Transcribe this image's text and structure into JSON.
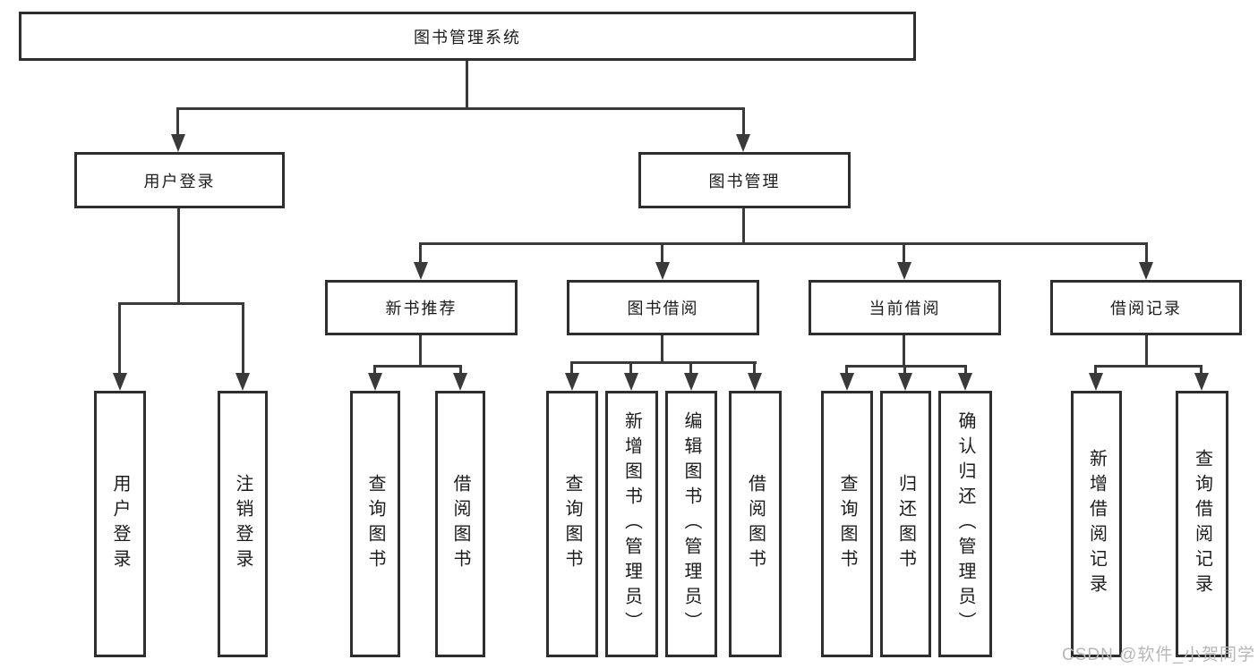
{
  "diagram": {
    "tree": {
      "label": "图书管理系统",
      "children": [
        {
          "label": "用户登录",
          "children": [
            {
              "label": "用户登录"
            },
            {
              "label": "注销登录"
            }
          ]
        },
        {
          "label": "图书管理",
          "children": [
            {
              "label": "新书推荐",
              "children": [
                {
                  "label": "查询图书"
                },
                {
                  "label": "借阅图书"
                }
              ]
            },
            {
              "label": "图书借阅",
              "children": [
                {
                  "label": "查询图书"
                },
                {
                  "label": "新增图书（管理员）"
                },
                {
                  "label": "编辑图书（管理员）"
                },
                {
                  "label": "借阅图书"
                }
              ]
            },
            {
              "label": "当前借阅",
              "children": [
                {
                  "label": "查询图书"
                },
                {
                  "label": "归还图书"
                },
                {
                  "label": "确认归还（管理员）"
                }
              ]
            },
            {
              "label": "借阅记录",
              "children": [
                {
                  "label": "新增借阅记录"
                },
                {
                  "label": "查询借阅记录"
                }
              ]
            }
          ]
        }
      ]
    },
    "watermark": "CSDN @软件_小贺同学",
    "colors": {
      "line": "#3a3a3a",
      "box_border": "#2e2e2e",
      "text": "#1c1c1c",
      "watermark": "#b7b7b7",
      "background": "#ffffff"
    }
  }
}
